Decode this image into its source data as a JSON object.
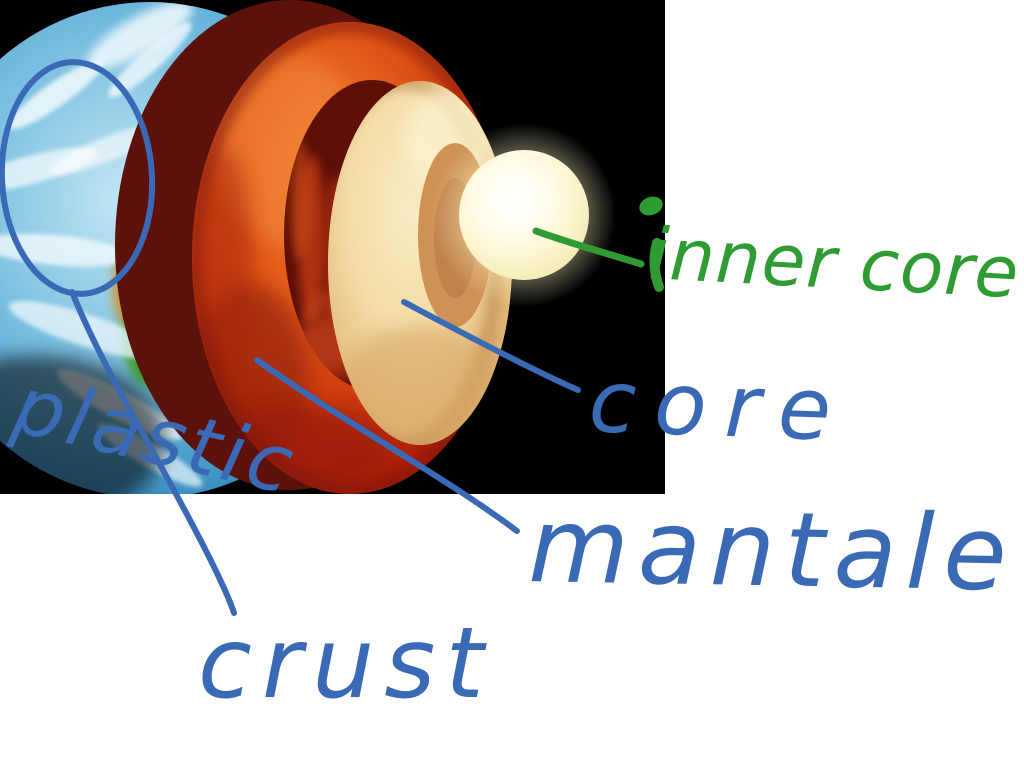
{
  "page": {
    "background": "#ffffff"
  },
  "image": {
    "name": "earth-cutaway-diagram",
    "description": "Cutaway illustration of Earth's interior layers (blue globe, red mantle, tan outer core, glowing inner core) on a black background",
    "background": "#000000"
  },
  "ink": {
    "blue": "#3a6ab6",
    "green": "#2f9b33"
  },
  "labels": {
    "inner_core": "inner core",
    "core": "core",
    "mantle": "mantale",
    "crust": "crust",
    "plastic": "plastic"
  }
}
